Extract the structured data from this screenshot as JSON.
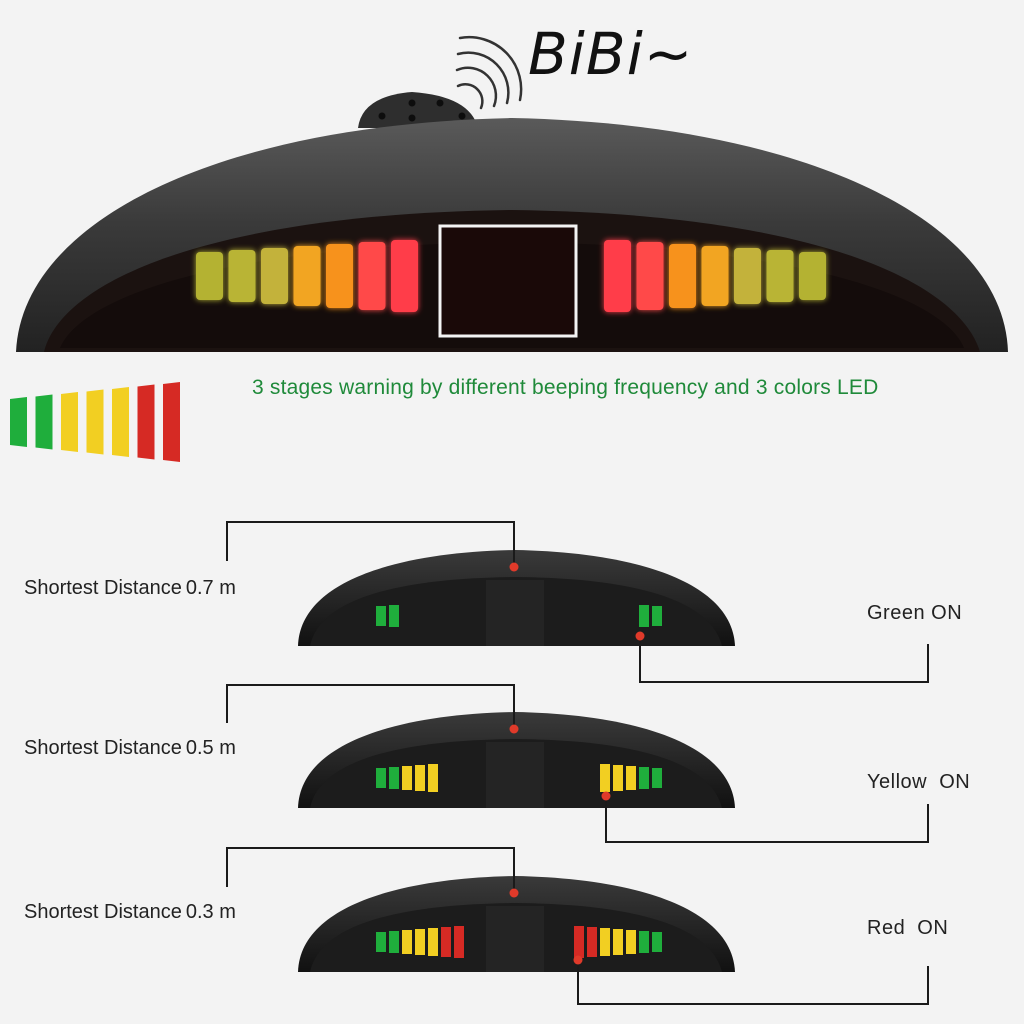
{
  "sound_text": "BiBi~",
  "caption": "3 stages warning by different beeping frequency and 3 colors LED",
  "colors": {
    "green": "#1fae3c",
    "yellow": "#f2cf22",
    "red": "#d62a24",
    "caption": "#1f8a3a"
  },
  "legend_bars": [
    "green",
    "green",
    "yellow",
    "yellow",
    "yellow",
    "red",
    "red"
  ],
  "stages": [
    {
      "distance_label": "Shortest Distance",
      "distance_value": "0.7 m",
      "state_label": "Green ON",
      "left_leds": [
        "green",
        "green"
      ],
      "right_leds": [
        "green",
        "green"
      ]
    },
    {
      "distance_label": "Shortest Distance",
      "distance_value": "0.5 m",
      "state_label": "Yellow  ON",
      "left_leds": [
        "green",
        "green",
        "yellow",
        "yellow",
        "yellow"
      ],
      "right_leds": [
        "yellow",
        "yellow",
        "yellow",
        "green",
        "green"
      ]
    },
    {
      "distance_label": "Shortest Distance",
      "distance_value": "0.3 m",
      "state_label": "Red  ON",
      "left_leds": [
        "green",
        "green",
        "yellow",
        "yellow",
        "yellow",
        "red",
        "red"
      ],
      "right_leds": [
        "red",
        "red",
        "yellow",
        "yellow",
        "yellow",
        "green",
        "green"
      ]
    }
  ]
}
